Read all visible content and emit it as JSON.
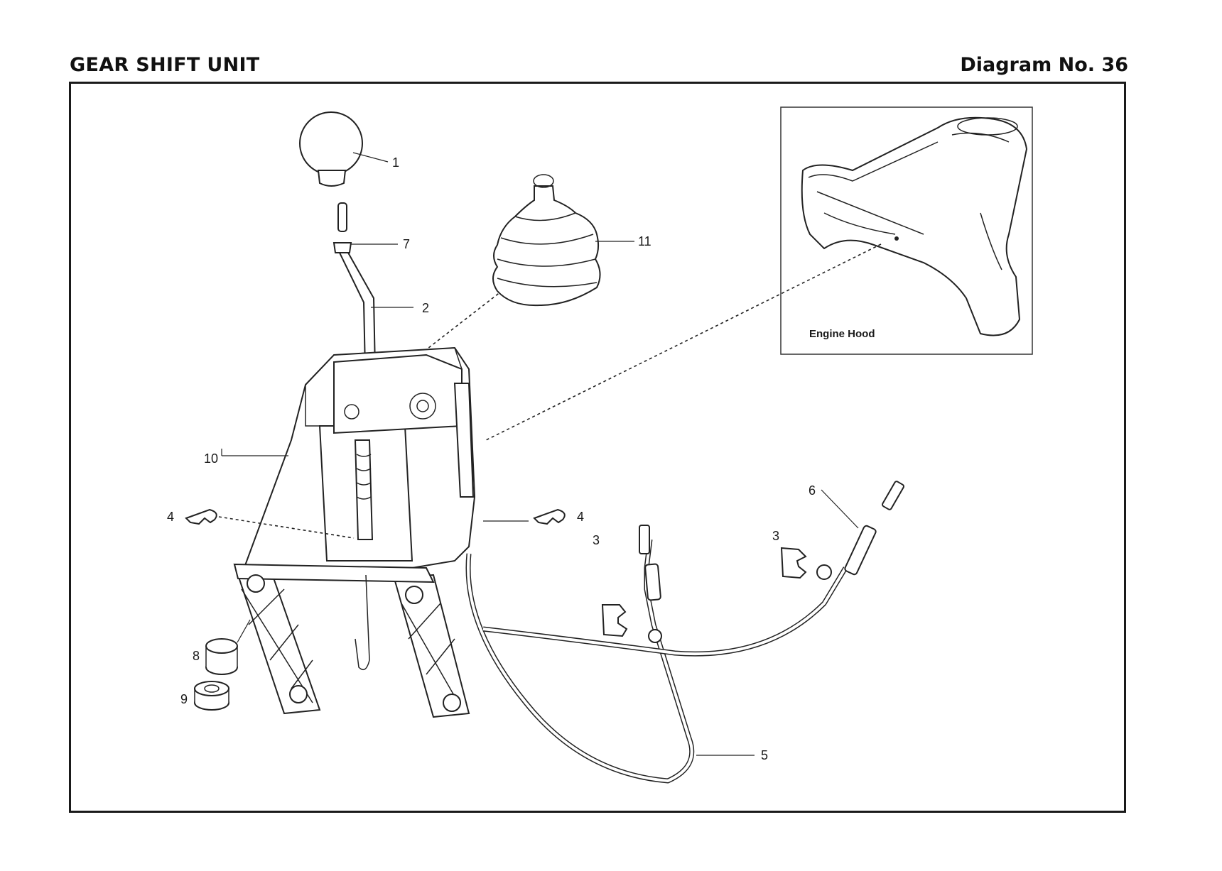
{
  "header": {
    "title": "GEAR SHIFT UNIT",
    "diagram_number": "Diagram No. 36"
  },
  "inset": {
    "label": "Engine Hood"
  },
  "callouts": {
    "c1": "1",
    "c2": "2",
    "c3a": "3",
    "c3b": "3",
    "c4a": "4",
    "c4b": "4",
    "c5": "5",
    "c6": "6",
    "c7": "7",
    "c8": "8",
    "c9": "9",
    "c10": "10",
    "c11": "11"
  }
}
